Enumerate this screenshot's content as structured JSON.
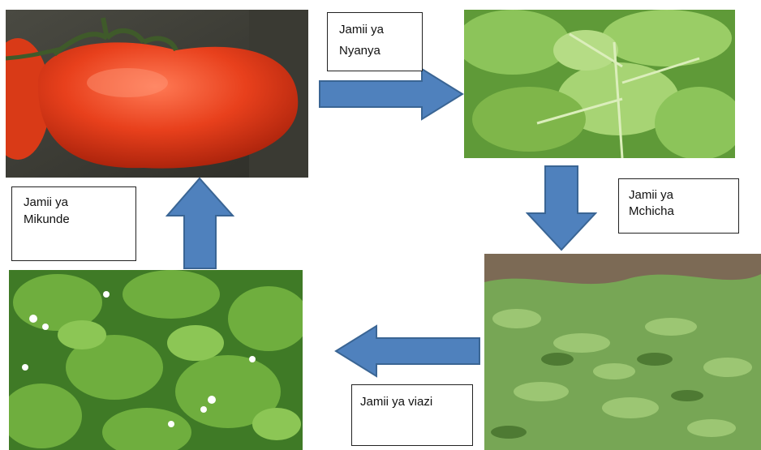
{
  "diagram": {
    "labels": {
      "nyanya": {
        "line1": "Jamii ya",
        "line2": "Nyanya"
      },
      "mchicha": {
        "line1": "Jamii ya",
        "line2": "Mchicha"
      },
      "viazi": {
        "line1": "Jamii ya viazi"
      },
      "mikunde": {
        "line1": "Jamii ya",
        "line2": "Mikunde"
      }
    },
    "colors": {
      "arrow_fill": "#4f81bd",
      "arrow_stroke": "#3a6594",
      "tomato": "#e8401c",
      "leaf_light": "#8dc45a",
      "leaf_dark": "#4f8a2a"
    },
    "icons": {
      "tomato": "tomato-photo",
      "mchicha": "amaranth-photo",
      "viazi": "potato-plants-photo",
      "mikunde": "bean-plants-photo"
    }
  }
}
